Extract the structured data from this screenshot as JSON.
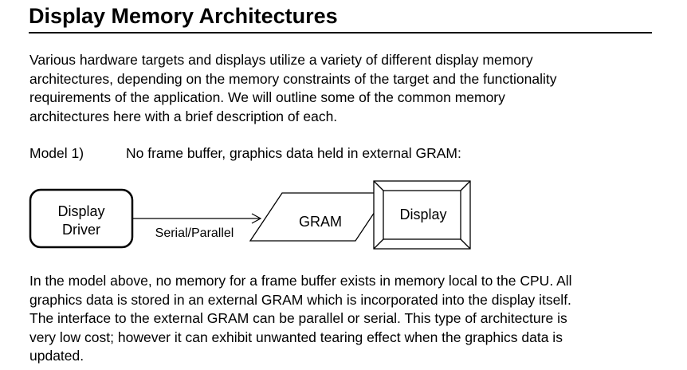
{
  "title": "Display Memory Architectures",
  "intro": {
    "lines": [
      "Various hardware targets and displays utilize a variety of different display memory",
      "architectures, depending on the memory constraints of the target and the functionality",
      "requirements of the application. We will outline some of the common memory",
      "architectures here with a brief description of each."
    ]
  },
  "model": {
    "label": "Model 1)",
    "description": "No frame buffer, graphics data held in external GRAM:"
  },
  "diagram": {
    "driver": {
      "line1": "Display",
      "line2": "Driver"
    },
    "link_label": "Serial/Parallel",
    "gram_label": "GRAM",
    "display_label": "Display"
  },
  "body": {
    "lines": [
      "In the model above, no memory for a frame buffer exists in memory local to the CPU. All",
      "graphics data is stored in an external GRAM which is incorporated into the display itself.",
      "The interface to the external GRAM can be parallel or serial. This type of architecture is",
      "very low cost; however it can exhibit unwanted tearing effect when the graphics data is",
      "updated."
    ]
  }
}
